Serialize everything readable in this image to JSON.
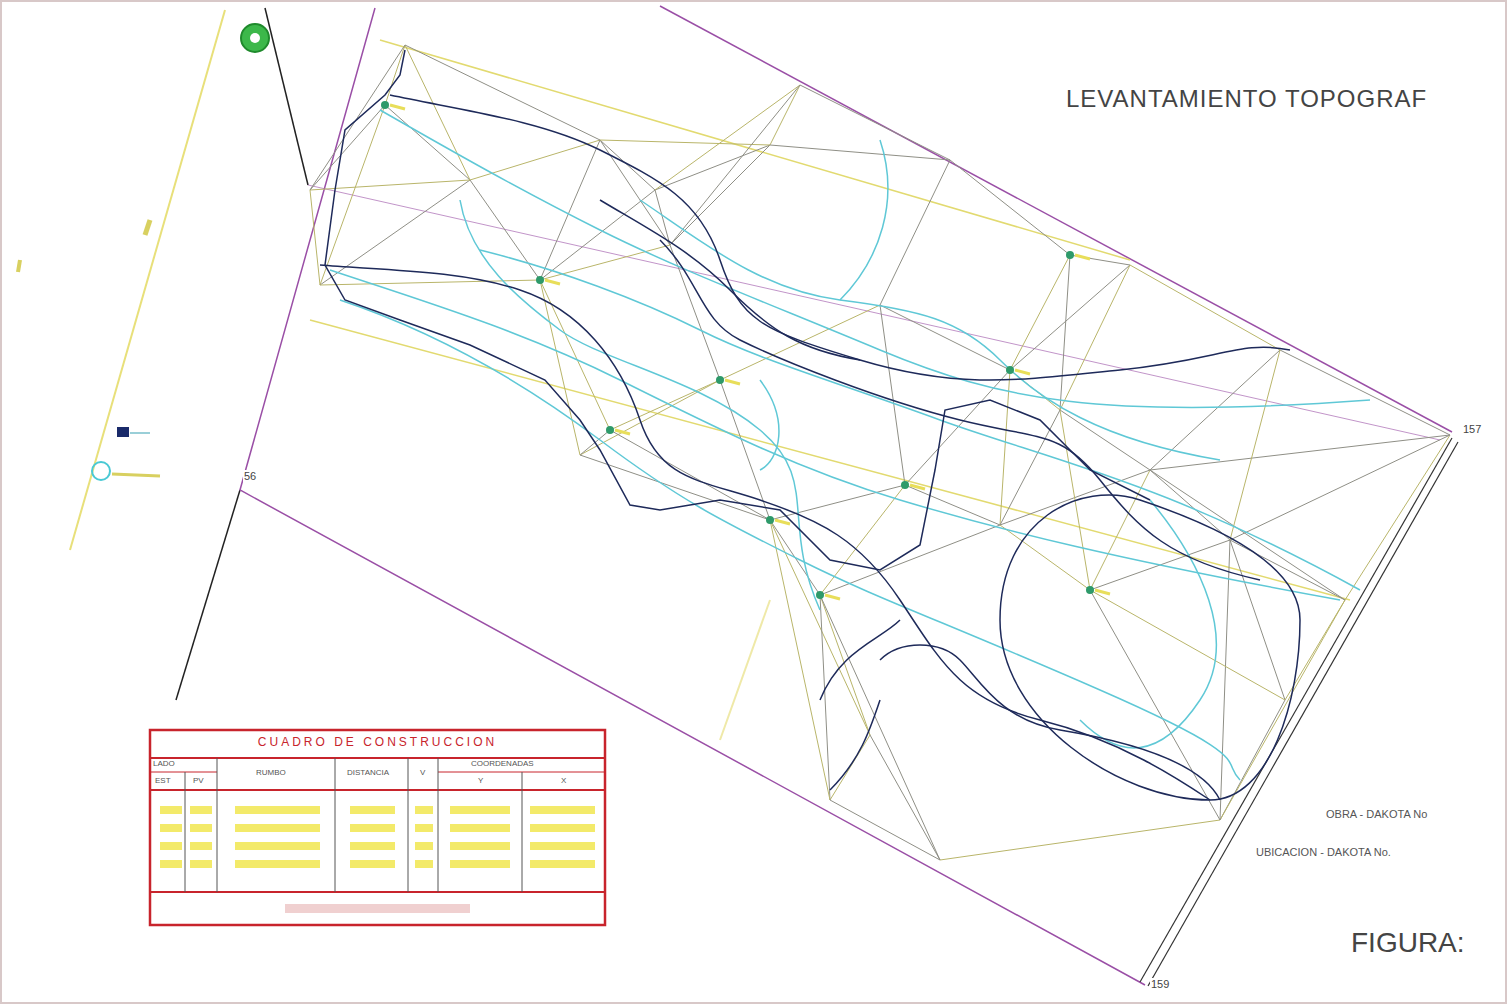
{
  "diagram": {
    "title": "LEVANTAMIENTO TOPOGRAF",
    "labels": [
      "157",
      "56",
      "159",
      "CUADRO DE CONSTRUCCION",
      "LADO",
      "EST",
      "PV",
      "RUMBO",
      "DISTANCIA",
      "V",
      "COORDENADAS",
      "Y",
      "X",
      "OBRA - DAKOTA No",
      "UBICACION - DAKOTA No.",
      "FIGURA:"
    ]
  }
}
